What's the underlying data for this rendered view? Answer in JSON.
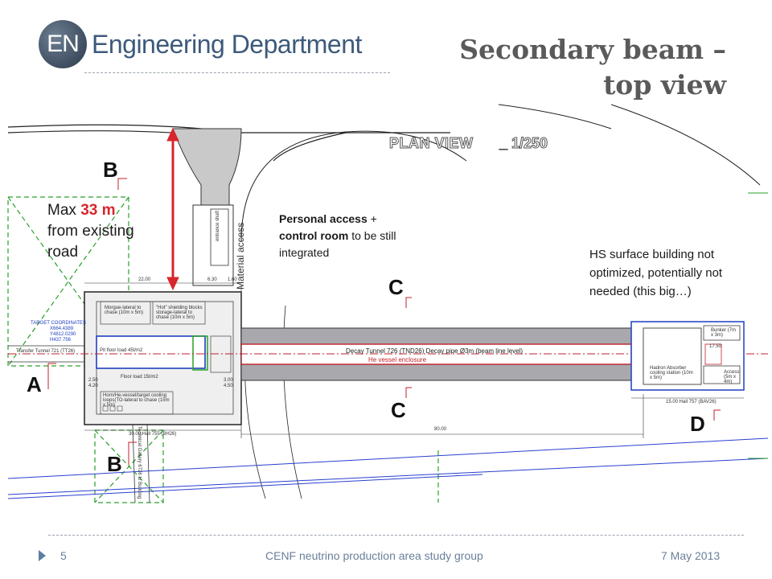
{
  "header": {
    "logo_text": "EN",
    "department": "Engineering Department",
    "title_line1": "Secondary beam –",
    "title_line2": "top view"
  },
  "drawing": {
    "plan_view": "PLAN VIEW",
    "plan_scale": "_ 1/250",
    "section_labels": {
      "b_top": "B",
      "a": "A",
      "b_bottom": "B",
      "c_top": "C",
      "c_bottom": "C",
      "d": "D"
    },
    "decay_tunnel": "Decay Tunnel 726 (TND26) Decay pipe Ø3m (beam line level)",
    "he_vessel": "He vessel enclosure",
    "small_labels": {
      "target_coords": "TARGET COORDINATES",
      "coord1": "X664.4389",
      "coord2": "Y4812.0290",
      "coord3": "H437.756",
      "transfer_tunnel": "Transfer Tunnel 721 (TT26)",
      "morgue": "Morgue-lateral to chase (10m x 5m)",
      "shielding": "\"Hot\" shielding blocks storage-lateral to chase (10m x 5m)",
      "pit_floor": "Pit floor load 45t/m2",
      "floor_load": "Floor load 15t/m2",
      "horn_loops": "Horn/He-vessel/target cooling loops(TO-lateral to chase (15m x 5m)",
      "tech_gallery": "Technical Gallery 6726 to Building",
      "hadron_absorber": "Hadron Absorber cooling station (10m x 5m)",
      "bunker": "Bunker (7m x 3m)",
      "access": "Access (5m x 4m)",
      "entrance": "entrance shaft",
      "hall_756": "30.00 Hall 755 (BH26)",
      "hall_757": "15.00 Hall 757 (BAV26)",
      "dim_8000": "80.00",
      "dim_2200": "22.00",
      "dim_630": "6.30",
      "dim_450": "4.50",
      "dim_250": "2.50",
      "dim_420": "4.20",
      "dim_300": "3.00",
      "dim_1750": "17.50",
      "dim_160": "1.60"
    }
  },
  "annotations": {
    "max_prefix": "Max ",
    "max_value": "33 m",
    "max_suffix": "from existing road",
    "material_access": "Material access",
    "personal_bold1": "Personal access",
    "personal_plus": " +",
    "personal_bold2": "control room",
    "personal_rest": " to be still integrated",
    "hs_surface": "HS surface building not optimized, potentially not needed (this big…)"
  },
  "footer": {
    "page_number": "5",
    "group": "CENF neutrino production area study group",
    "date": "7 May 2013"
  },
  "colors": {
    "title_grey": "#5a5a5a",
    "department_blue": "#3d5a7a",
    "footer_text": "#6a7f99",
    "highlight_red": "#d7262c",
    "drawing_green": "#2aa02a",
    "drawing_blue": "#2a3fd0",
    "tunnel_grey": "#a9a9ad"
  }
}
